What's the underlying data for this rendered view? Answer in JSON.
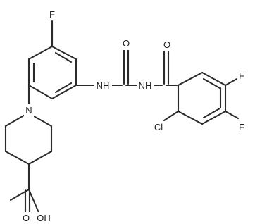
{
  "labels": {
    "f_top": "F",
    "nh_left": "NH",
    "o_urea": "O",
    "nh_right": "NH",
    "o_benzoyl": "O",
    "f_right_upper": "F",
    "cl": "Cl",
    "f_right_lower": "F",
    "n_piperidine": "N",
    "o_acid": "O",
    "oh_acid": "OH"
  }
}
